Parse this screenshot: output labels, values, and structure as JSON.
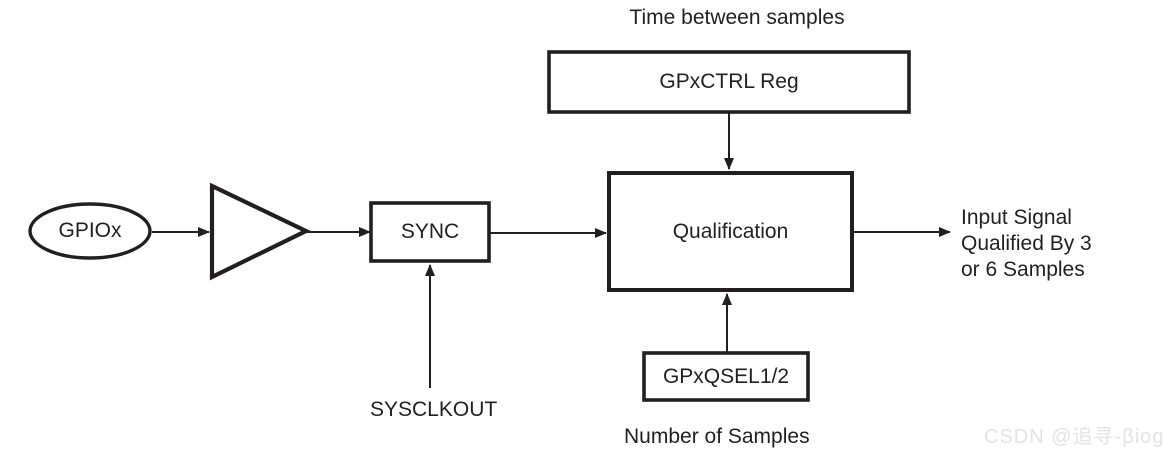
{
  "diagram": {
    "title_note_top": "Time between samples",
    "note_bottom": "Number of Samples",
    "nodes": {
      "gpio": {
        "label": "GPIOx",
        "shape": "ellipse"
      },
      "buffer": {
        "label": "",
        "shape": "triangle-buffer"
      },
      "sync": {
        "label": "SYNC",
        "shape": "rect"
      },
      "qualification": {
        "label": "Qualification",
        "shape": "rect"
      },
      "ctrl_reg": {
        "label": "GPxCTRL Reg",
        "shape": "rect"
      },
      "qsel_reg": {
        "label": "GPxQSEL1/2",
        "shape": "rect"
      }
    },
    "labels": {
      "sysclkout": "SYSCLKOUT",
      "output_line1": "Input Signal",
      "output_line2": "Qualified By 3",
      "output_line3": "or 6 Samples"
    },
    "colors": {
      "stroke": "#231f20",
      "text": "#231f20",
      "background": "#ffffff",
      "watermark": "#e3e3e6"
    }
  },
  "watermark": {
    "text": "CSDN @追寻-βiog"
  }
}
